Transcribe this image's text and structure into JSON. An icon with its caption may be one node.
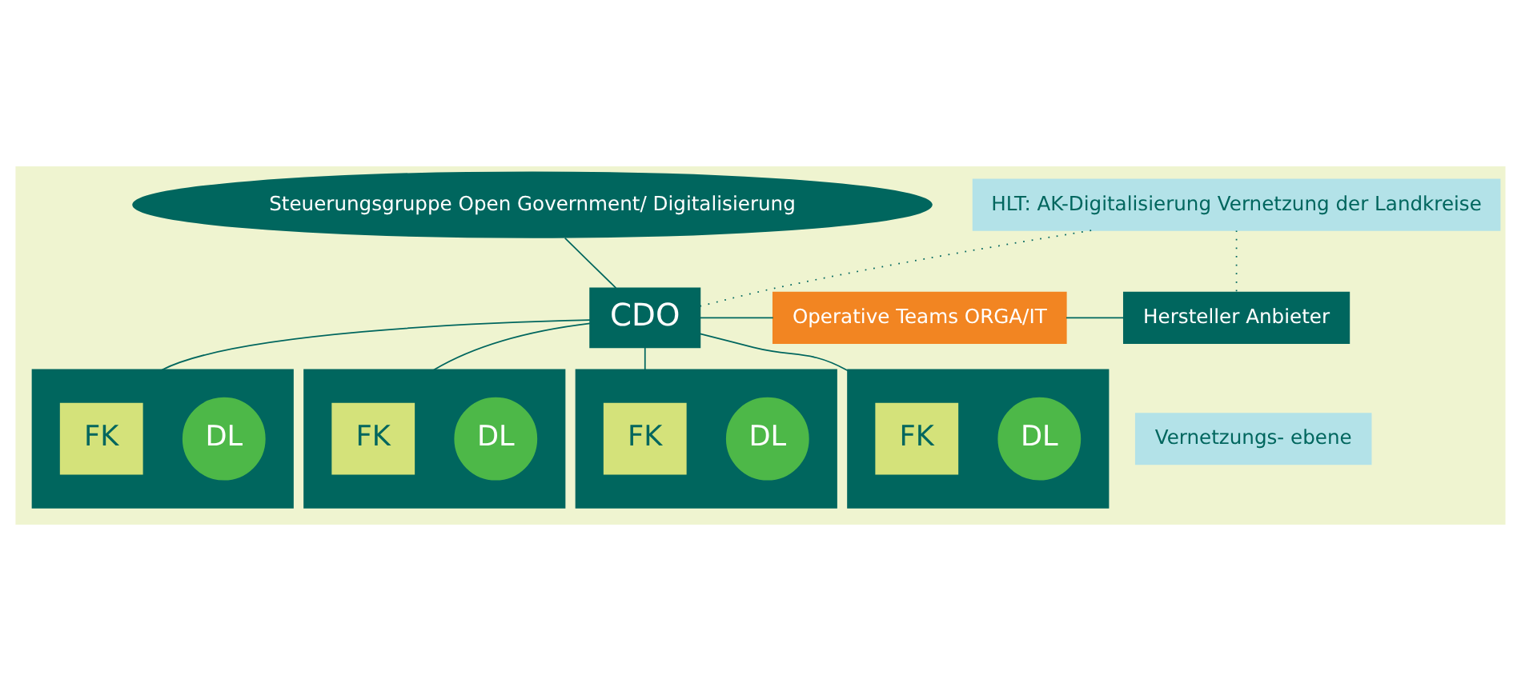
{
  "diagram": {
    "nodes": [
      {
        "text": [
          "Steuerungsgruppe Open Government/ Digitalisierung"
        ]
      },
      {
        "text": [
          "HLT: AK-Digitalisierung Vernetzung der Landkreise"
        ]
      },
      {
        "text": [
          "CDO"
        ]
      },
      {
        "text": [
          "Operative Teams ORGA/IT"
        ]
      },
      {
        "text": [
          "Hersteller Anbieter"
        ]
      },
      {
        "text": [],
        "shape": "box"
      },
      {
        "text": [
          "FK"
        ],
        "in": 5
      },
      {
        "text": [
          "DL"
        ],
        "in": 5
      },
      {
        "text": [],
        "shape": "box"
      },
      {
        "text": [
          "FK"
        ],
        "in": 8
      },
      {
        "text": [
          "DL"
        ],
        "in": 8
      },
      {
        "text": [],
        "shape": "box"
      },
      {
        "text": [
          "FK"
        ],
        "in": 11
      },
      {
        "text": [
          "DL"
        ],
        "in": 11
      },
      {
        "text": [],
        "shape": "box"
      },
      {
        "text": [
          "FK"
        ],
        "in": 14
      },
      {
        "text": [
          "DL"
        ],
        "in": 14
      },
      {
        "text": [
          "Vernetzungs- ebene"
        ]
      }
    ],
    "edges": [
      {
        "from": 0,
        "to": 2,
        "arrow": "none"
      },
      {
        "from": 2,
        "to": 1,
        "arrow": "none",
        "style": "dashed"
      },
      {
        "from": 1,
        "to": 4,
        "arrow": "none",
        "style": "dashed"
      },
      {
        "from": 2,
        "to": 3,
        "arrow": "none"
      },
      {
        "from": 3,
        "to": 4,
        "arrow": "none"
      },
      {
        "from": 2,
        "to": 5,
        "arrow": "none"
      },
      {
        "from": 2,
        "to": 8,
        "arrow": "none"
      },
      {
        "from": 2,
        "to": 11,
        "arrow": "none"
      },
      {
        "from": 2,
        "to": 14,
        "arrow": "none"
      }
    ]
  }
}
